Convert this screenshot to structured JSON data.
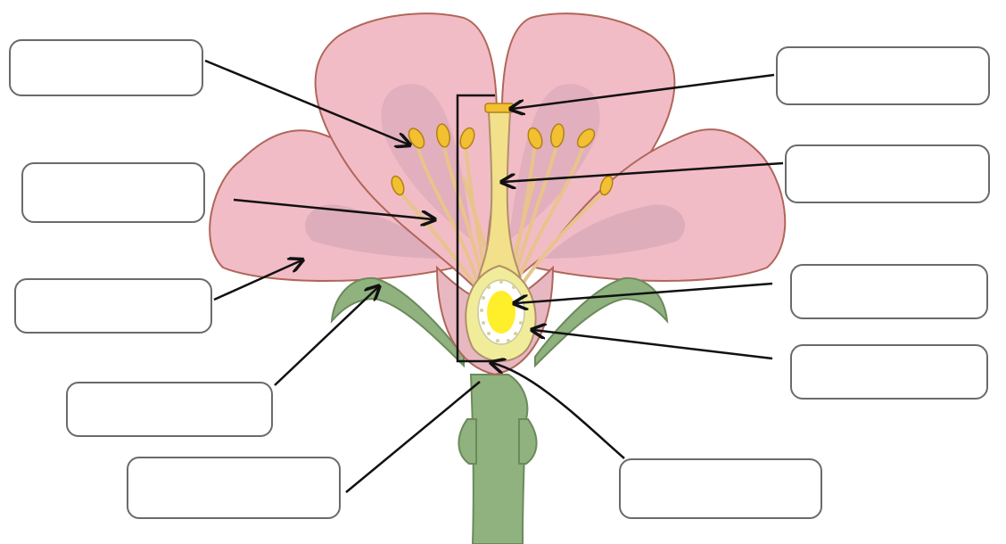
{
  "diagram": {
    "colors": {
      "petal": "#f2bcc6",
      "petal_shade": "#d6a6b8",
      "petal_outline": "#b0665a",
      "stem": "#8fb27f",
      "stem_outline": "#6b8a5c",
      "stamen_filament": "#e8c48c",
      "anther": "#f2c030",
      "pistil": "#f3e08a",
      "ovary": "#f1ec9a",
      "ovule": "#ffee2a",
      "arrow": "#111111",
      "box_border": "#6a6a6a"
    },
    "labels": [
      {
        "id": "anther-label",
        "text": ""
      },
      {
        "id": "filament-label",
        "text": ""
      },
      {
        "id": "petal-label",
        "text": ""
      },
      {
        "id": "sepal-label",
        "text": ""
      },
      {
        "id": "peduncle-label",
        "text": ""
      },
      {
        "id": "stigma-label",
        "text": ""
      },
      {
        "id": "style-label",
        "text": ""
      },
      {
        "id": "ovule-label",
        "text": ""
      },
      {
        "id": "ovary-label",
        "text": ""
      },
      {
        "id": "receptacle-label",
        "text": ""
      }
    ]
  }
}
